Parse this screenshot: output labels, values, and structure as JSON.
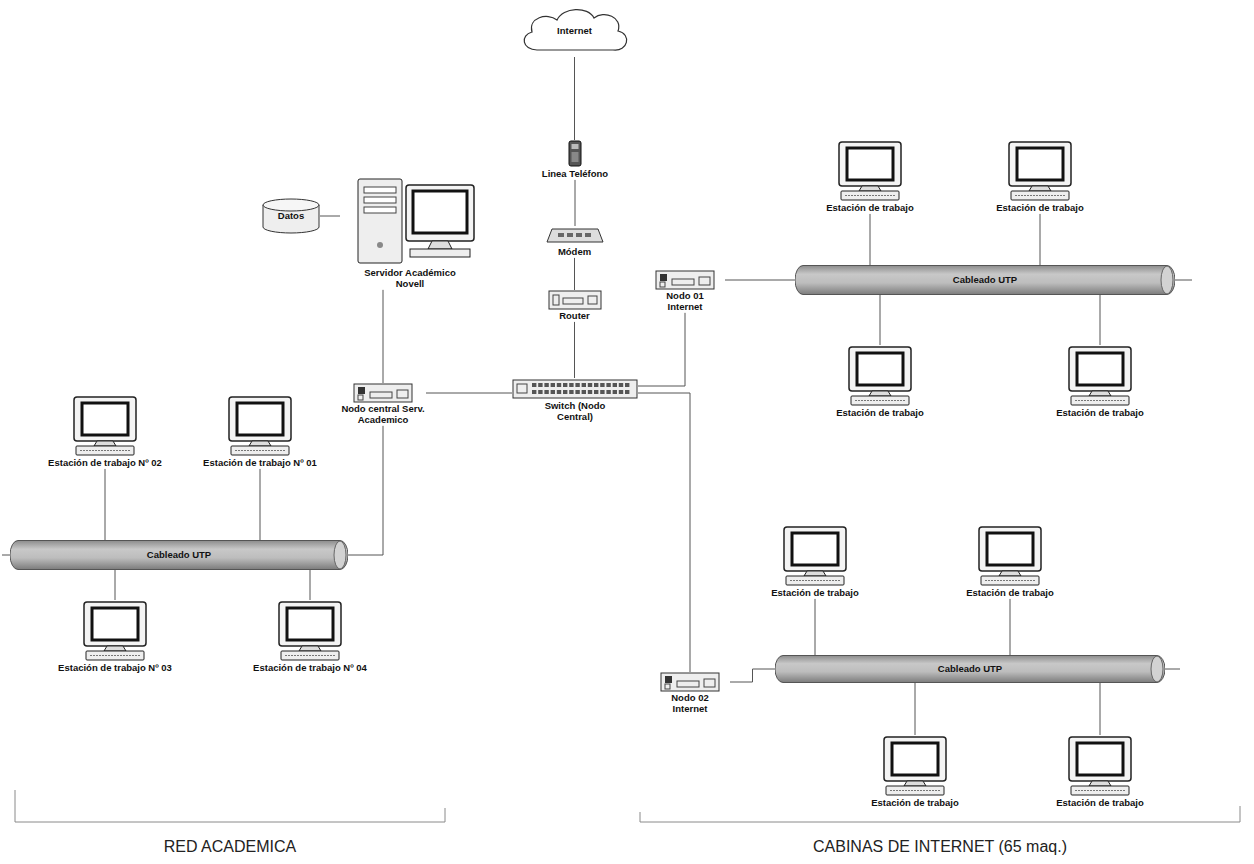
{
  "diagram": {
    "nodes": [
      {
        "text": [
          "Internet"
        ]
      },
      {
        "text": [
          "Linea Teléfono"
        ]
      },
      {
        "text": [
          "Módem"
        ]
      },
      {
        "text": [
          "Router"
        ]
      },
      {
        "text": [
          "Datos"
        ]
      },
      {
        "text": [
          "Servidor Académico Novell"
        ]
      },
      {
        "text": [
          "Nodo central Serv. Academico"
        ]
      },
      {
        "text": [
          "Switch (Nodo Central)"
        ]
      },
      {
        "text": [
          "Nodo 01 Internet"
        ]
      },
      {
        "text": [
          "Cableado UTP"
        ]
      },
      {
        "text": [
          "Estación de trabajo"
        ]
      },
      {
        "text": [
          "Estación de trabajo"
        ]
      },
      {
        "text": [
          "Estación de trabajo"
        ]
      },
      {
        "text": [
          "Estación de trabajo"
        ]
      },
      {
        "text": [
          "Estación de trabajo Nº 02"
        ]
      },
      {
        "text": [
          "Estación de trabajo Nº 01"
        ]
      },
      {
        "text": [
          "Cableado UTP"
        ]
      },
      {
        "text": [
          "Estación de trabajo Nº 03"
        ]
      },
      {
        "text": [
          "Estación de trabajo Nº 04"
        ]
      },
      {
        "text": [
          "Estación de trabajo"
        ]
      },
      {
        "text": [
          "Estación de trabajo"
        ]
      },
      {
        "text": [
          "Nodo 02 Internet"
        ]
      },
      {
        "text": [
          "Cableado UTP"
        ]
      },
      {
        "text": [
          "Estación de trabajo"
        ]
      },
      {
        "text": [
          "Estación de trabajo"
        ]
      }
    ],
    "edges": [
      {
        "from": 0,
        "to": 1,
        "arrow": "none"
      },
      {
        "from": 1,
        "to": 2,
        "arrow": "none"
      },
      {
        "from": 2,
        "to": 3,
        "arrow": "none"
      },
      {
        "from": 3,
        "to": 7,
        "arrow": "none"
      },
      {
        "from": 4,
        "to": 5,
        "arrow": "none"
      },
      {
        "from": 5,
        "to": 6,
        "arrow": "none"
      },
      {
        "from": 6,
        "to": 7,
        "arrow": "none"
      },
      {
        "from": 7,
        "to": 8,
        "arrow": "none"
      },
      {
        "from": 7,
        "to": 21,
        "arrow": "none"
      },
      {
        "from": 8,
        "to": 9,
        "arrow": "none"
      },
      {
        "from": 10,
        "to": 9,
        "arrow": "none"
      },
      {
        "from": 11,
        "to": 9,
        "arrow": "none"
      },
      {
        "from": 12,
        "to": 9,
        "arrow": "none"
      },
      {
        "from": 13,
        "to": 9,
        "arrow": "none"
      },
      {
        "from": 6,
        "to": 16,
        "arrow": "none"
      },
      {
        "from": 14,
        "to": 16,
        "arrow": "none"
      },
      {
        "from": 15,
        "to": 16,
        "arrow": "none"
      },
      {
        "from": 17,
        "to": 16,
        "arrow": "none"
      },
      {
        "from": 18,
        "to": 16,
        "arrow": "none"
      },
      {
        "from": 21,
        "to": 22,
        "arrow": "none"
      },
      {
        "from": 19,
        "to": 22,
        "arrow": "none"
      },
      {
        "from": 20,
        "to": 22,
        "arrow": "none"
      },
      {
        "from": 23,
        "to": 22,
        "arrow": "none"
      },
      {
        "from": 24,
        "to": 22,
        "arrow": "none"
      }
    ],
    "labels": [
      "RED ACADEMICA",
      "CABINAS DE INTERNET (65 maq.)"
    ]
  }
}
